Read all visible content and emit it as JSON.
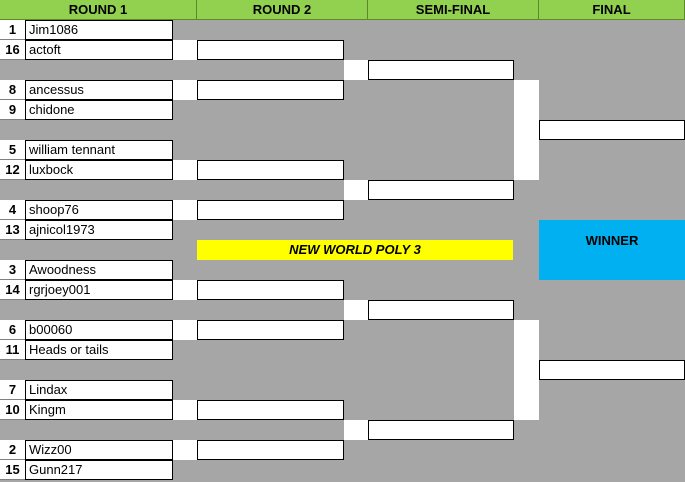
{
  "headers": [
    "ROUND 1",
    "ROUND 2",
    "SEMI-FINAL",
    "FINAL"
  ],
  "round1": [
    {
      "seed": "1",
      "name": "Jim1086"
    },
    {
      "seed": "16",
      "name": "actoft"
    },
    {
      "seed": "8",
      "name": "ancessus"
    },
    {
      "seed": "9",
      "name": "chidone"
    },
    {
      "seed": "5",
      "name": "william tennant"
    },
    {
      "seed": "12",
      "name": "luxbock"
    },
    {
      "seed": "4",
      "name": "shoop76"
    },
    {
      "seed": "13",
      "name": "ajnicol1973"
    },
    {
      "seed": "3",
      "name": "Awoodness"
    },
    {
      "seed": "14",
      "name": "rgrjoey001"
    },
    {
      "seed": "6",
      "name": "b00060"
    },
    {
      "seed": "11",
      "name": "Heads or tails"
    },
    {
      "seed": "7",
      "name": "Lindax"
    },
    {
      "seed": "10",
      "name": "Kingm"
    },
    {
      "seed": "2",
      "name": "Wizz00"
    },
    {
      "seed": "15",
      "name": "Gunn217"
    }
  ],
  "tournament_title": "NEW WORLD POLY 3",
  "winner_label": "WINNER",
  "colors": {
    "header": "#92d050",
    "background": "#a6a6a6",
    "banner": "#ffff00",
    "winner": "#00b0f0"
  }
}
